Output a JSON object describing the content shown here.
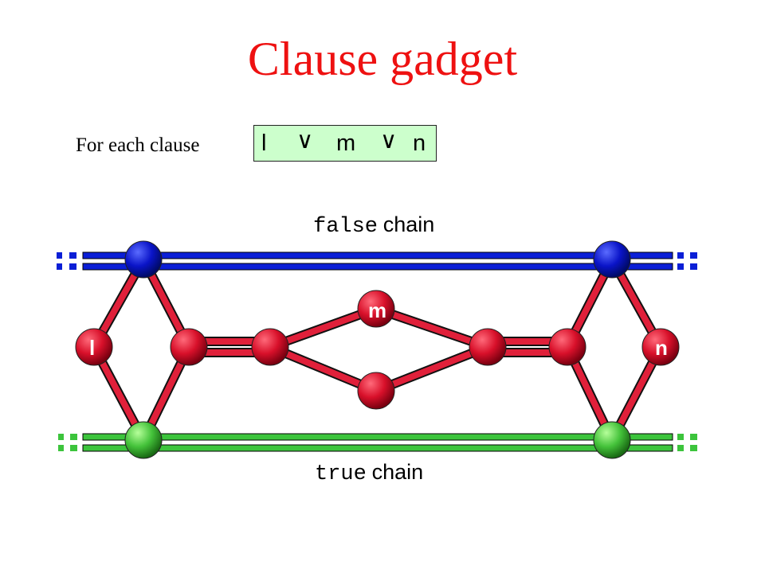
{
  "title": "Clause gadget",
  "clause": {
    "label": "For each clause",
    "literals": [
      "l",
      "m",
      "n"
    ],
    "operator": "∨"
  },
  "chains": {
    "false_keyword": "false",
    "true_keyword": "true",
    "word": "chain"
  },
  "node_labels": {
    "l": "l",
    "m": "m",
    "n": "n"
  },
  "colors": {
    "title": "#ee1111",
    "clause_box": "#ccffcc",
    "false_chain": "#0b1fd6",
    "true_chain": "#3cc43c",
    "red_node": "#d8102a",
    "blue_node": "#0a14c8",
    "green_node": "#44c23a"
  }
}
